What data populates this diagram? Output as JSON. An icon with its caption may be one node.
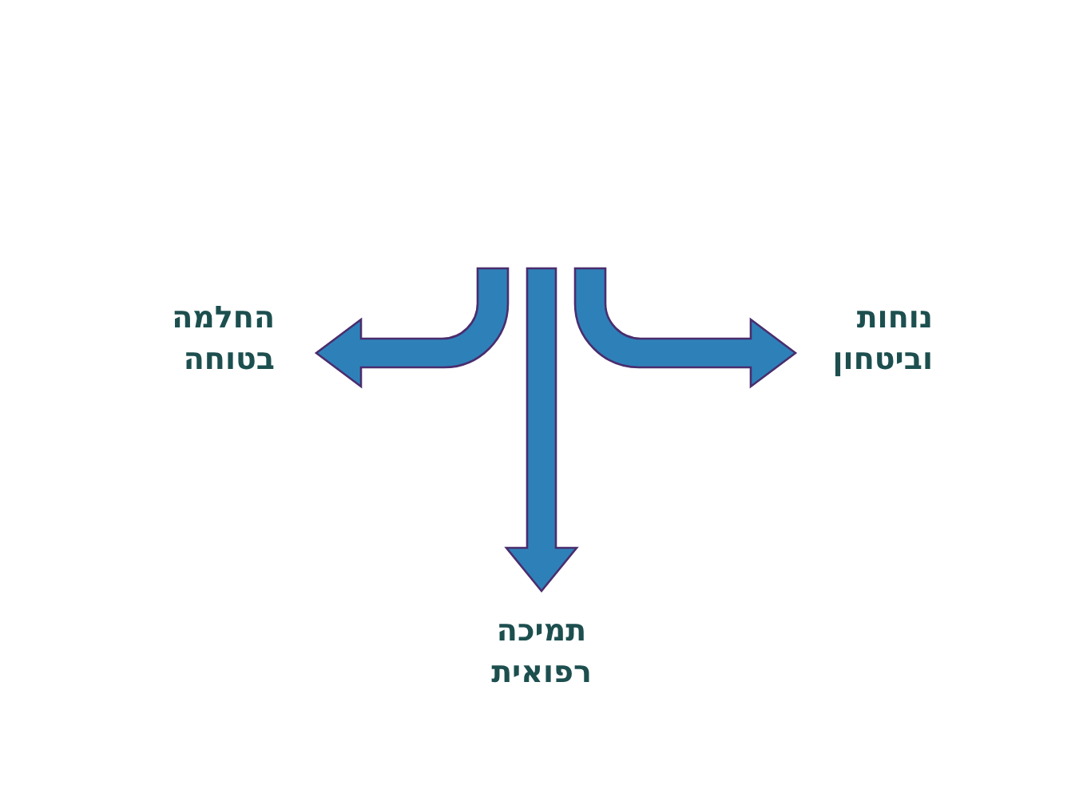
{
  "diagram": {
    "nodes": [
      {
        "text": [
          "החלמה בטוחה"
        ]
      },
      {
        "text": [
          "נוחות וביטחון"
        ]
      },
      {
        "text": [
          "תמיכה רפואית"
        ]
      }
    ],
    "edges": [
      {
        "from": null,
        "to": 0,
        "arrow": "to"
      },
      {
        "from": null,
        "to": 1,
        "arrow": "to"
      },
      {
        "from": null,
        "to": 2,
        "arrow": "to"
      }
    ]
  }
}
